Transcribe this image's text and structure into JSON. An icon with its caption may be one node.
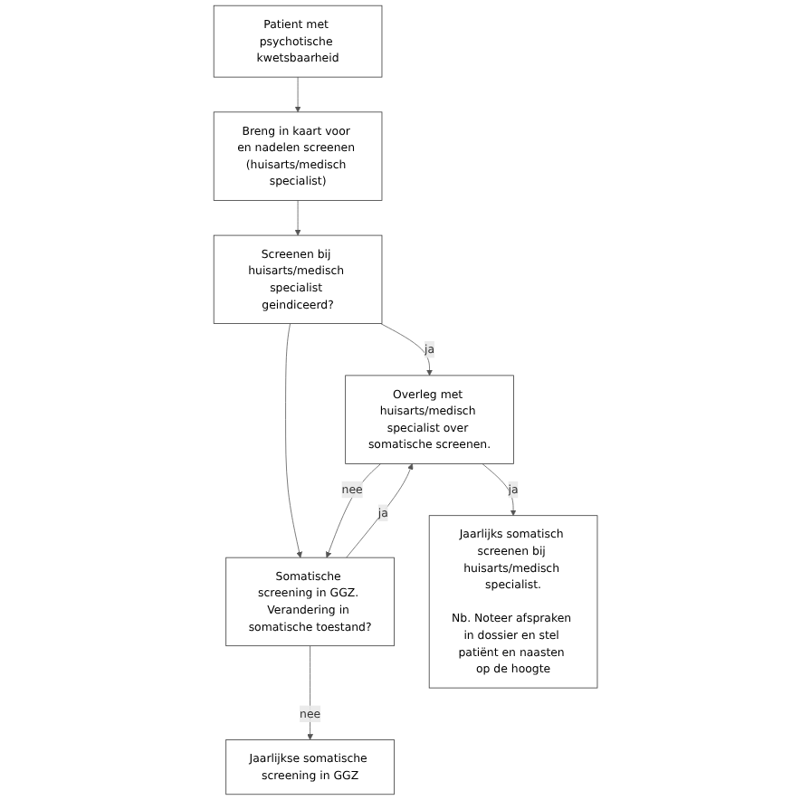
{
  "diagram": {
    "nodes": [
      {
        "text": [
          "Patient met psychotische kwetsbaarheid"
        ]
      },
      {
        "text": [
          "Breng in kaart voor en nadelen screenen (huisarts/medisch specialist)"
        ]
      },
      {
        "text": [
          "Screenen bij huisarts/medisch specialist geindiceerd?"
        ]
      },
      {
        "text": [
          "Overleg met huisarts/medisch specialist over somatische screenen."
        ]
      },
      {
        "text": [
          "Somatische screening in GGZ. Verandering in somatische toestand?"
        ]
      },
      {
        "text": [
          "Jaarlijks somatisch screenen bij huisarts/medisch specialist.",
          "Nb. Noteer afspraken in dossier en stel patiënt en naasten op de hoogte"
        ]
      },
      {
        "text": [
          "Jaarlijkse somatische screening in GGZ"
        ]
      }
    ],
    "edges": [
      {
        "from": 0,
        "to": 1,
        "arrow": "to"
      },
      {
        "from": 1,
        "to": 2,
        "arrow": "to"
      },
      {
        "from": 2,
        "to": 3,
        "label": "ja",
        "arrow": "to"
      },
      {
        "from": 2,
        "to": 4,
        "arrow": "to"
      },
      {
        "from": 3,
        "to": 4,
        "label": "nee",
        "arrow": "to"
      },
      {
        "from": 4,
        "to": 3,
        "label": "ja",
        "arrow": "to"
      },
      {
        "from": 3,
        "to": 5,
        "label": "ja",
        "arrow": "to"
      },
      {
        "from": 4,
        "to": 6,
        "label": "nee",
        "arrow": "to"
      }
    ]
  }
}
